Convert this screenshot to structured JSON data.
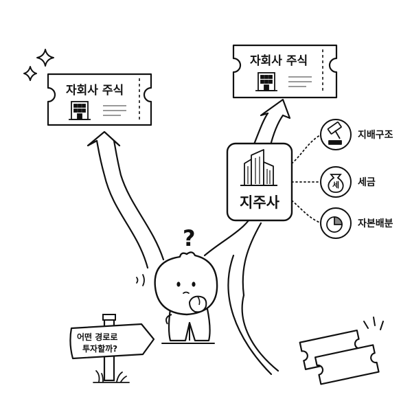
{
  "tickets": {
    "left_label": "자회사 주식",
    "right_label": "자회사 주식"
  },
  "hub": {
    "label": "지주사"
  },
  "aspects": [
    {
      "label": "지배구조",
      "icon": "gavel-icon"
    },
    {
      "label": "세금",
      "icon": "money-bag-icon",
      "badge": "세"
    },
    {
      "label": "자본배분",
      "icon": "pie-chart-icon"
    }
  ],
  "signpost": {
    "line1": "어떤 경로로",
    "line2": "투자할까?"
  },
  "character": {
    "question_mark": "?"
  }
}
